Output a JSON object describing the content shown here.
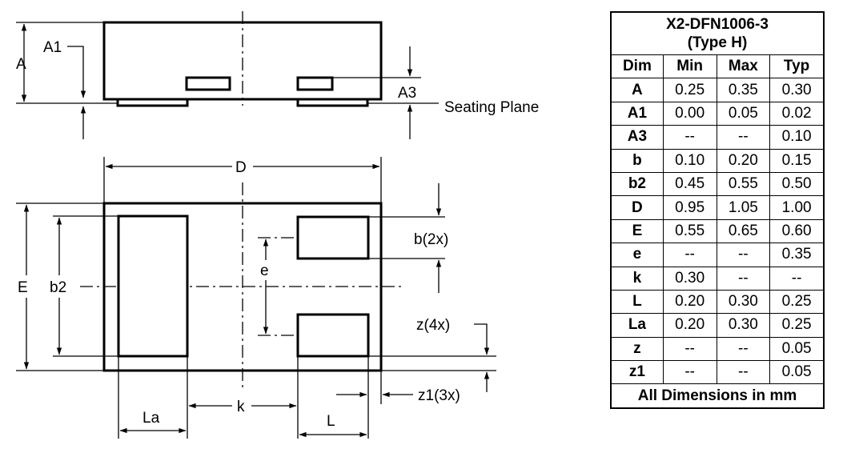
{
  "labels": {
    "A": "A",
    "A1": "A1",
    "A3": "A3",
    "seating_plane": "Seating Plane",
    "D": "D",
    "E": "E",
    "b2": "b2",
    "e": "e",
    "b2x": "b(2x)",
    "z4x": "z(4x)",
    "z13x": "z1(3x)",
    "La": "La",
    "k": "k",
    "L": "L"
  },
  "table": {
    "title_line1": "X2-DFN1006-3",
    "title_line2": "(Type H)",
    "headers": [
      "Dim",
      "Min",
      "Max",
      "Typ"
    ],
    "rows": [
      [
        "A",
        "0.25",
        "0.35",
        "0.30"
      ],
      [
        "A1",
        "0.00",
        "0.05",
        "0.02"
      ],
      [
        "A3",
        "--",
        "--",
        "0.10"
      ],
      [
        "b",
        "0.10",
        "0.20",
        "0.15"
      ],
      [
        "b2",
        "0.45",
        "0.55",
        "0.50"
      ],
      [
        "D",
        "0.95",
        "1.05",
        "1.00"
      ],
      [
        "E",
        "0.55",
        "0.65",
        "0.60"
      ],
      [
        "e",
        "--",
        "--",
        "0.35"
      ],
      [
        "k",
        "0.30",
        "--",
        "--"
      ],
      [
        "L",
        "0.20",
        "0.30",
        "0.25"
      ],
      [
        "La",
        "0.20",
        "0.30",
        "0.25"
      ],
      [
        "z",
        "--",
        "--",
        "0.05"
      ],
      [
        "z1",
        "--",
        "--",
        "0.05"
      ]
    ],
    "footer": "All Dimensions in mm"
  }
}
